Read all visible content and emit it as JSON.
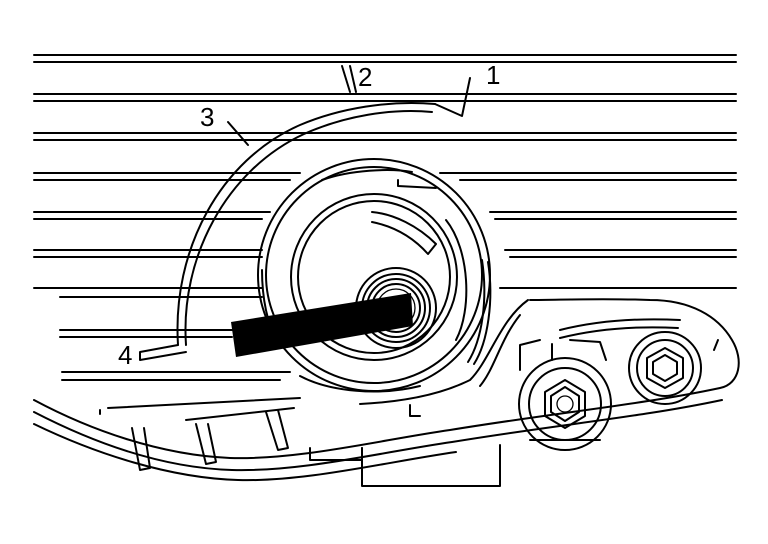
{
  "callouts": [
    {
      "id": "1",
      "label": "1"
    },
    {
      "id": "2",
      "label": "2"
    },
    {
      "id": "3",
      "label": "3"
    },
    {
      "id": "4",
      "label": "4"
    }
  ],
  "colors": {
    "ink": "#000000",
    "paper": "#ffffff"
  },
  "icons": [
    "hex-bolt-icon",
    "hex-nut-icon",
    "tool-bar-icon"
  ]
}
